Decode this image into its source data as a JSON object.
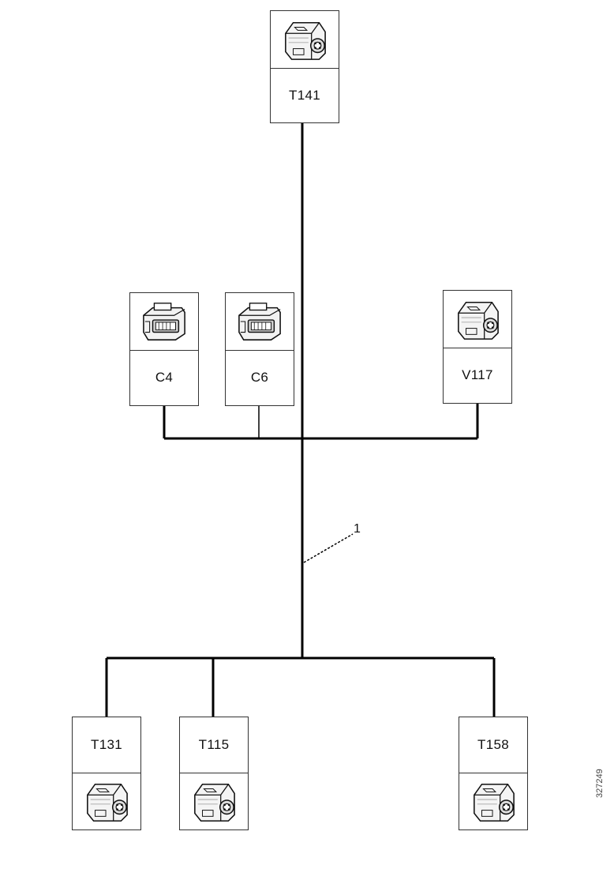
{
  "nodes": {
    "t141": {
      "label": "T141",
      "icon": "connector-block-icon"
    },
    "c4": {
      "label": "C4",
      "icon": "flat-connector-icon"
    },
    "c6": {
      "label": "C6",
      "icon": "flat-connector-icon"
    },
    "v117": {
      "label": "V117",
      "icon": "connector-block-icon"
    },
    "t131": {
      "label": "T131",
      "icon": "connector-block-icon"
    },
    "t115": {
      "label": "T115",
      "icon": "connector-block-icon"
    },
    "t158": {
      "label": "T158",
      "icon": "connector-block-icon"
    }
  },
  "callout": {
    "label": "1"
  },
  "doc_number": "327249"
}
